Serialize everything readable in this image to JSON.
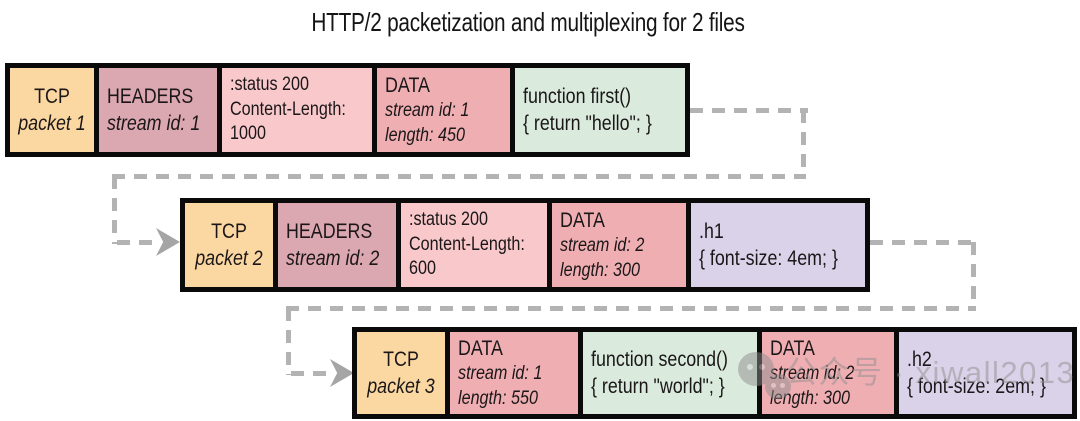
{
  "title": "HTTP/2 packetization and multiplexing for 2 files",
  "packets": [
    {
      "name": "TCP packet 1",
      "cells": [
        {
          "kind": "tcp",
          "lines": [
            "TCP",
            "packet 1"
          ]
        },
        {
          "kind": "headers-frame",
          "lines": [
            "HEADERS",
            "stream id: 1"
          ]
        },
        {
          "kind": "response-headers",
          "lines": [
            ":status 200",
            "Content-Length:",
            "1000"
          ]
        },
        {
          "kind": "data-frame",
          "lines": [
            "DATA",
            "stream id: 1",
            "length: 450"
          ]
        },
        {
          "kind": "js-payload",
          "lines": [
            "function first()",
            "{ return \"hello\"; }"
          ]
        }
      ]
    },
    {
      "name": "TCP packet 2",
      "cells": [
        {
          "kind": "tcp",
          "lines": [
            "TCP",
            "packet 2"
          ]
        },
        {
          "kind": "headers-frame",
          "lines": [
            "HEADERS",
            "stream id: 2"
          ]
        },
        {
          "kind": "response-headers",
          "lines": [
            ":status 200",
            "Content-Length:",
            "600"
          ]
        },
        {
          "kind": "data-frame",
          "lines": [
            "DATA",
            "stream id: 2",
            "length: 300"
          ]
        },
        {
          "kind": "css-payload",
          "lines": [
            ".h1",
            "{ font-size: 4em; }"
          ]
        }
      ]
    },
    {
      "name": "TCP packet 3",
      "cells": [
        {
          "kind": "tcp",
          "lines": [
            "TCP",
            "packet 3"
          ]
        },
        {
          "kind": "data-frame",
          "lines": [
            "DATA",
            "stream id: 1",
            "length: 550"
          ]
        },
        {
          "kind": "js-payload",
          "lines": [
            "function second()",
            "{ return \"world\"; }"
          ]
        },
        {
          "kind": "data-frame",
          "lines": [
            "DATA",
            "stream id: 2",
            "length: 300"
          ]
        },
        {
          "kind": "css-payload",
          "lines": [
            ".h2",
            "{ font-size: 2em; }"
          ]
        }
      ]
    }
  ],
  "watermark": {
    "icon": "wechat-icon",
    "text": "公众号 · xiwall2013"
  },
  "colors": {
    "tcp_cell": "#fbd7a1",
    "headers_cell": "#dba7b0",
    "status_cell": "#f8c8cb",
    "data_cell": "#eeaeb2",
    "js_payload_cell": "#daeadd",
    "css_payload_cell": "#dad2e9",
    "frame_border": "#0a0a0a",
    "connector": "#b3b3b3",
    "arrow": "#a5a5a5",
    "watermark": "#8f8f8f",
    "background": "#ffffff"
  }
}
